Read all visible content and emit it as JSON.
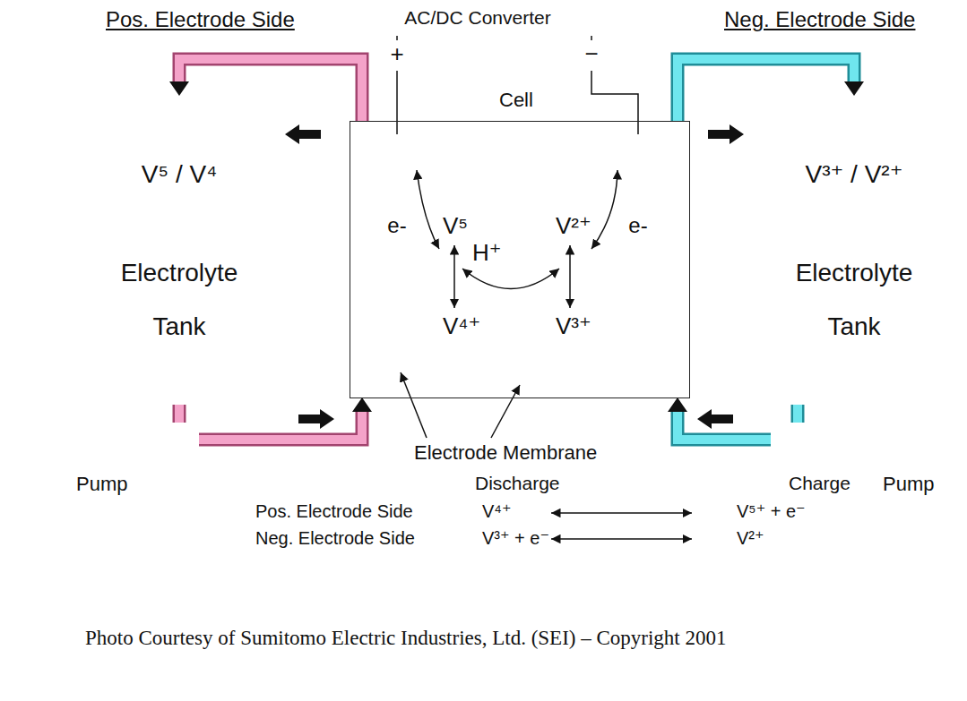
{
  "diagram": {
    "caption": "Photo Courtesy of Sumitomo Electric Industries, Ltd. (SEI) – Copyright 2001",
    "nodes": [
      {
        "text": [
          "AC/DC Converter"
        ]
      },
      {
        "text": [
          "+"
        ]
      },
      {
        "text": [
          "−"
        ]
      },
      {
        "text": [
          "V⁵ / V⁴",
          "Electrolyte Tank"
        ]
      },
      {
        "text": [
          "Cell"
        ]
      },
      {
        "text": [
          "V⁵",
          "V⁴⁺"
        ],
        "in": 4
      },
      {
        "text": [
          "e-"
        ],
        "in": 5
      },
      {
        "text": [
          "V²⁺",
          "V³⁺"
        ],
        "in": 4
      },
      {
        "text": [
          "e-"
        ],
        "in": 7
      },
      {
        "text": [
          "V³⁺ / V²⁺",
          "Electrolyte Tank"
        ]
      },
      {
        "text": [
          "Pump"
        ]
      },
      {
        "text": [
          "Pump"
        ]
      }
    ],
    "edges": [
      {
        "from": 1,
        "to": 0,
        "arrow": "none"
      },
      {
        "from": 2,
        "to": 0,
        "arrow": "none"
      },
      {
        "from": 1,
        "to": 6,
        "arrow": "none"
      },
      {
        "from": 2,
        "to": 8,
        "arrow": "none"
      },
      {
        "from": 5,
        "to": 3,
        "arrow": "to"
      },
      {
        "from": 3,
        "to": 10,
        "arrow": "none"
      },
      {
        "from": 10,
        "to": 5,
        "arrow": "to"
      },
      {
        "from": 7,
        "to": 9,
        "arrow": "to"
      },
      {
        "from": 9,
        "to": 11,
        "arrow": "none"
      },
      {
        "from": 11,
        "to": 7,
        "arrow": "to"
      }
    ],
    "labels": [
      "Pos. Electrode Side",
      "Neg. Electrode Side",
      "H⁺",
      "Electrode Membrane",
      "Discharge",
      "Charge",
      "Pos. Electrode Side",
      "V⁴⁺",
      "V⁵⁺ + e⁻",
      "Neg. Electrode Side",
      "V³⁺ + e⁻",
      "V²⁺"
    ]
  }
}
